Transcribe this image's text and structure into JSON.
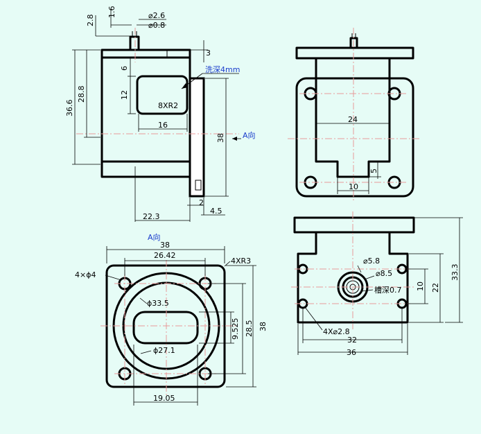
{
  "labels": {
    "d_1_6": "1.6",
    "d_2_8": "2.8",
    "d_phi_2_6": "⌀2.6",
    "d_phi_0_8": "⌀0.8",
    "d_3": "3",
    "d_6": "6",
    "d_12": "12",
    "d_36_6": "36.6",
    "d_28_8": "28.8",
    "wash_depth": "洗深4mm",
    "d_8xr2": "8XR2",
    "d_16": "16",
    "d_38_side": "38",
    "view_a_arrow": "A向",
    "d_2": "2",
    "d_4_5": "4.5",
    "d_22_3": "22.3",
    "d_24": "24",
    "d_5": "5",
    "d_10_top": "10",
    "view_a_title": "A向",
    "d_38_top": "38",
    "d_26_42": "26.42",
    "d_4xr3": "4XR3",
    "d_4x_phi_4": "4×ϕ4",
    "d_phi_33_5": "ϕ33.5",
    "d_9_525": "9.525",
    "d_28_5": "28.5",
    "d_38_right": "38",
    "d_phi_27_1": "ϕ27.1",
    "d_19_05": "19.05",
    "d_phi_5_8": "⌀5.8",
    "d_phi_8_5": "⌀8.5",
    "groove_depth": "槽深0.7",
    "d_4x_phi_2_8": "4X⌀2.8",
    "d_32": "32",
    "d_36": "36",
    "d_10_bottom": "10",
    "d_22": "22",
    "d_33_3": "33.3"
  },
  "colors": {
    "background": "#e6fcf6",
    "outline": "#000000",
    "centerline": "#e89a9a",
    "annotation_blue": "#1a3ccc"
  }
}
